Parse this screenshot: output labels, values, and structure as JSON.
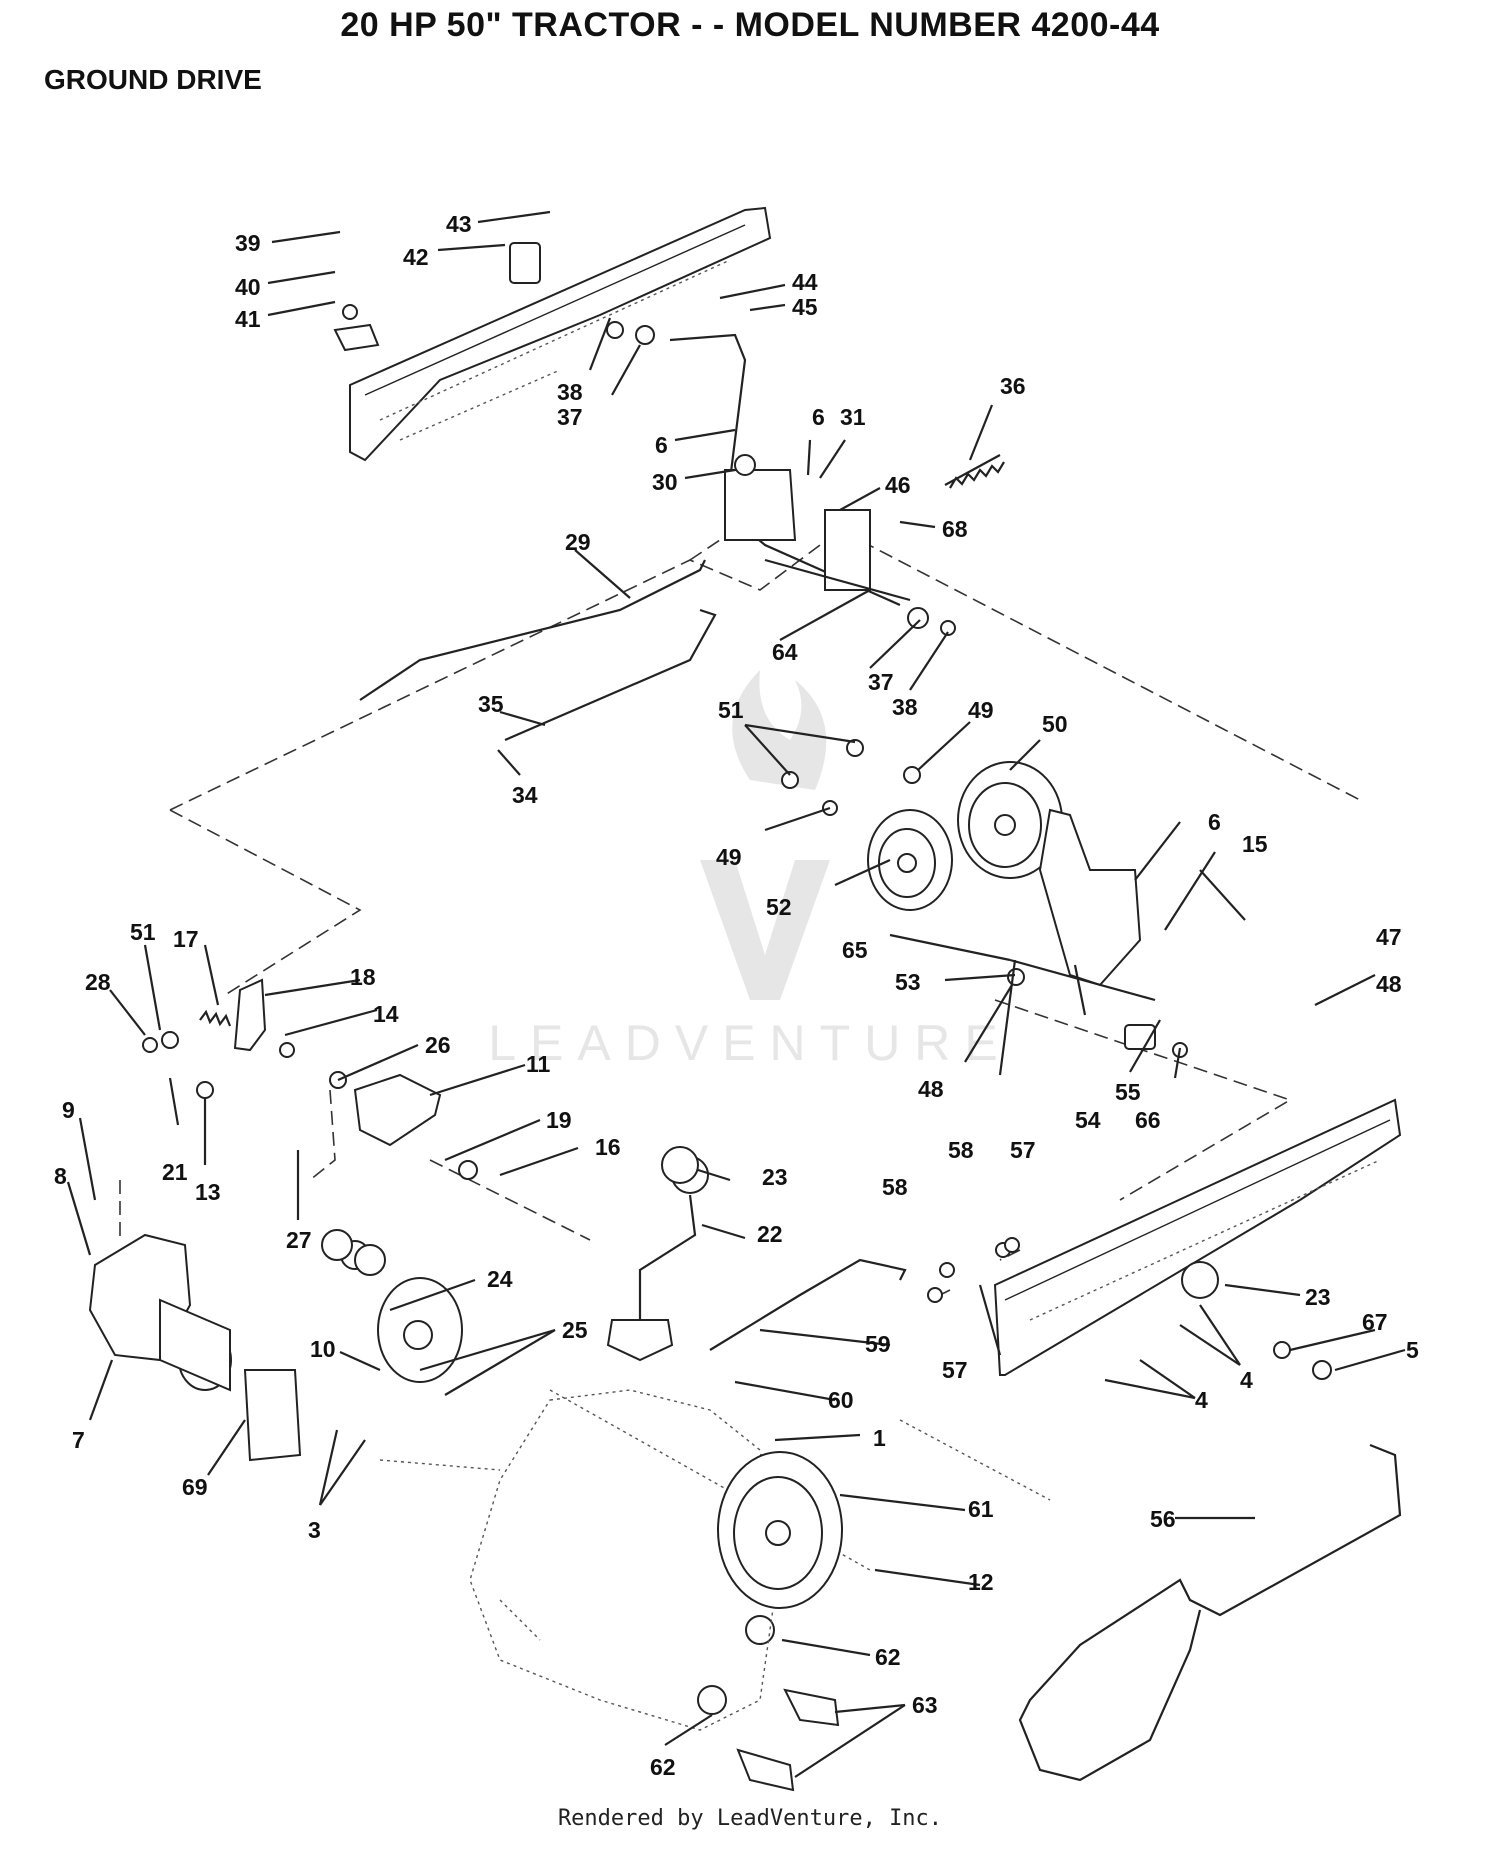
{
  "header": {
    "title": "20 HP 50\" TRACTOR - - MODEL NUMBER 4200-44",
    "section": "GROUND DRIVE"
  },
  "footer": {
    "credit": "Rendered by LeadVenture, Inc."
  },
  "watermark": {
    "text": "LEADVENTURE"
  },
  "callouts": [
    {
      "id": "c-1",
      "label": "1"
    },
    {
      "id": "c-3",
      "label": "3"
    },
    {
      "id": "c-4a",
      "label": "4"
    },
    {
      "id": "c-4b",
      "label": "4"
    },
    {
      "id": "c-5",
      "label": "5"
    },
    {
      "id": "c-6a",
      "label": "6"
    },
    {
      "id": "c-6b",
      "label": "6"
    },
    {
      "id": "c-6c",
      "label": "6"
    },
    {
      "id": "c-7",
      "label": "7"
    },
    {
      "id": "c-8",
      "label": "8"
    },
    {
      "id": "c-9",
      "label": "9"
    },
    {
      "id": "c-10",
      "label": "10"
    },
    {
      "id": "c-11",
      "label": "11"
    },
    {
      "id": "c-12",
      "label": "12"
    },
    {
      "id": "c-13",
      "label": "13"
    },
    {
      "id": "c-14",
      "label": "14"
    },
    {
      "id": "c-15",
      "label": "15"
    },
    {
      "id": "c-16",
      "label": "16"
    },
    {
      "id": "c-17",
      "label": "17"
    },
    {
      "id": "c-18",
      "label": "18"
    },
    {
      "id": "c-19",
      "label": "19"
    },
    {
      "id": "c-21",
      "label": "21"
    },
    {
      "id": "c-22",
      "label": "22"
    },
    {
      "id": "c-23a",
      "label": "23"
    },
    {
      "id": "c-23b",
      "label": "23"
    },
    {
      "id": "c-24",
      "label": "24"
    },
    {
      "id": "c-25",
      "label": "25"
    },
    {
      "id": "c-26",
      "label": "26"
    },
    {
      "id": "c-27",
      "label": "27"
    },
    {
      "id": "c-28",
      "label": "28"
    },
    {
      "id": "c-29",
      "label": "29"
    },
    {
      "id": "c-30",
      "label": "30"
    },
    {
      "id": "c-31",
      "label": "31"
    },
    {
      "id": "c-34",
      "label": "34"
    },
    {
      "id": "c-35",
      "label": "35"
    },
    {
      "id": "c-36",
      "label": "36"
    },
    {
      "id": "c-37a",
      "label": "37"
    },
    {
      "id": "c-37b",
      "label": "37"
    },
    {
      "id": "c-38a",
      "label": "38"
    },
    {
      "id": "c-38b",
      "label": "38"
    },
    {
      "id": "c-39",
      "label": "39"
    },
    {
      "id": "c-40",
      "label": "40"
    },
    {
      "id": "c-41",
      "label": "41"
    },
    {
      "id": "c-42",
      "label": "42"
    },
    {
      "id": "c-43",
      "label": "43"
    },
    {
      "id": "c-44",
      "label": "44"
    },
    {
      "id": "c-45",
      "label": "45"
    },
    {
      "id": "c-46",
      "label": "46"
    },
    {
      "id": "c-47",
      "label": "47"
    },
    {
      "id": "c-48a",
      "label": "48"
    },
    {
      "id": "c-48b",
      "label": "48"
    },
    {
      "id": "c-49a",
      "label": "49"
    },
    {
      "id": "c-49b",
      "label": "49"
    },
    {
      "id": "c-50",
      "label": "50"
    },
    {
      "id": "c-51a",
      "label": "51"
    },
    {
      "id": "c-51b",
      "label": "51"
    },
    {
      "id": "c-52",
      "label": "52"
    },
    {
      "id": "c-53",
      "label": "53"
    },
    {
      "id": "c-54",
      "label": "54"
    },
    {
      "id": "c-55",
      "label": "55"
    },
    {
      "id": "c-56",
      "label": "56"
    },
    {
      "id": "c-57a",
      "label": "57"
    },
    {
      "id": "c-57b",
      "label": "57"
    },
    {
      "id": "c-58a",
      "label": "58"
    },
    {
      "id": "c-58b",
      "label": "58"
    },
    {
      "id": "c-59",
      "label": "59"
    },
    {
      "id": "c-60",
      "label": "60"
    },
    {
      "id": "c-61",
      "label": "61"
    },
    {
      "id": "c-62a",
      "label": "62"
    },
    {
      "id": "c-62b",
      "label": "62"
    },
    {
      "id": "c-63",
      "label": "63"
    },
    {
      "id": "c-64",
      "label": "64"
    },
    {
      "id": "c-65",
      "label": "65"
    },
    {
      "id": "c-66",
      "label": "66"
    },
    {
      "id": "c-67",
      "label": "67"
    },
    {
      "id": "c-68",
      "label": "68"
    },
    {
      "id": "c-69",
      "label": "69"
    }
  ]
}
